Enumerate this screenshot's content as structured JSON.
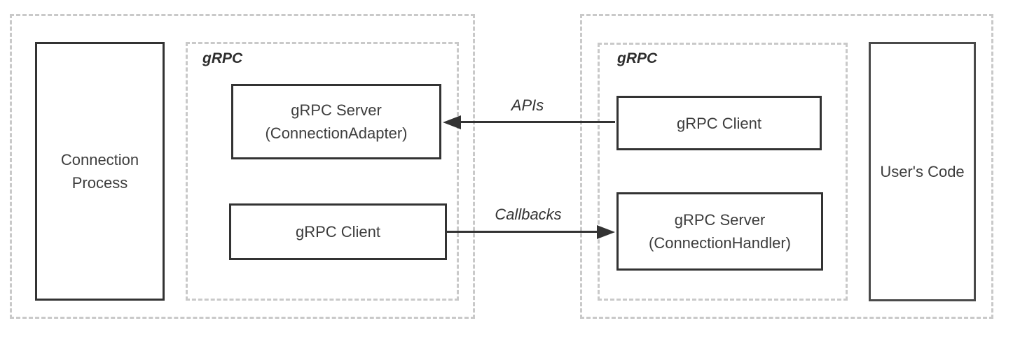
{
  "colors": {
    "background": "#ffffff",
    "dashed_border": "#c9c9c9",
    "solid_border": "#333333",
    "text": "#3d3d3d",
    "arrow": "#333333"
  },
  "left_container": {
    "process_box": {
      "label": "Connection Process"
    },
    "grpc_group": {
      "label": "gRPC",
      "server_box": {
        "title": "gRPC Server",
        "subtitle": "(ConnectionAdapter)"
      },
      "client_box": {
        "title": "gRPC Client"
      }
    }
  },
  "right_container": {
    "grpc_group": {
      "label": "gRPC",
      "client_box": {
        "title": "gRPC Client"
      },
      "server_box": {
        "title": "gRPC Server",
        "subtitle": "(ConnectionHandler)"
      }
    },
    "user_code_box": {
      "label": "User's Code"
    }
  },
  "arrows": {
    "apis": {
      "label": "APIs",
      "direction": "left",
      "from": "right gRPC Client",
      "to": "gRPC Server (ConnectionAdapter)"
    },
    "callbacks": {
      "label": "Callbacks",
      "direction": "right",
      "from": "left gRPC Client",
      "to": "gRPC Server (ConnectionHandler)"
    }
  }
}
